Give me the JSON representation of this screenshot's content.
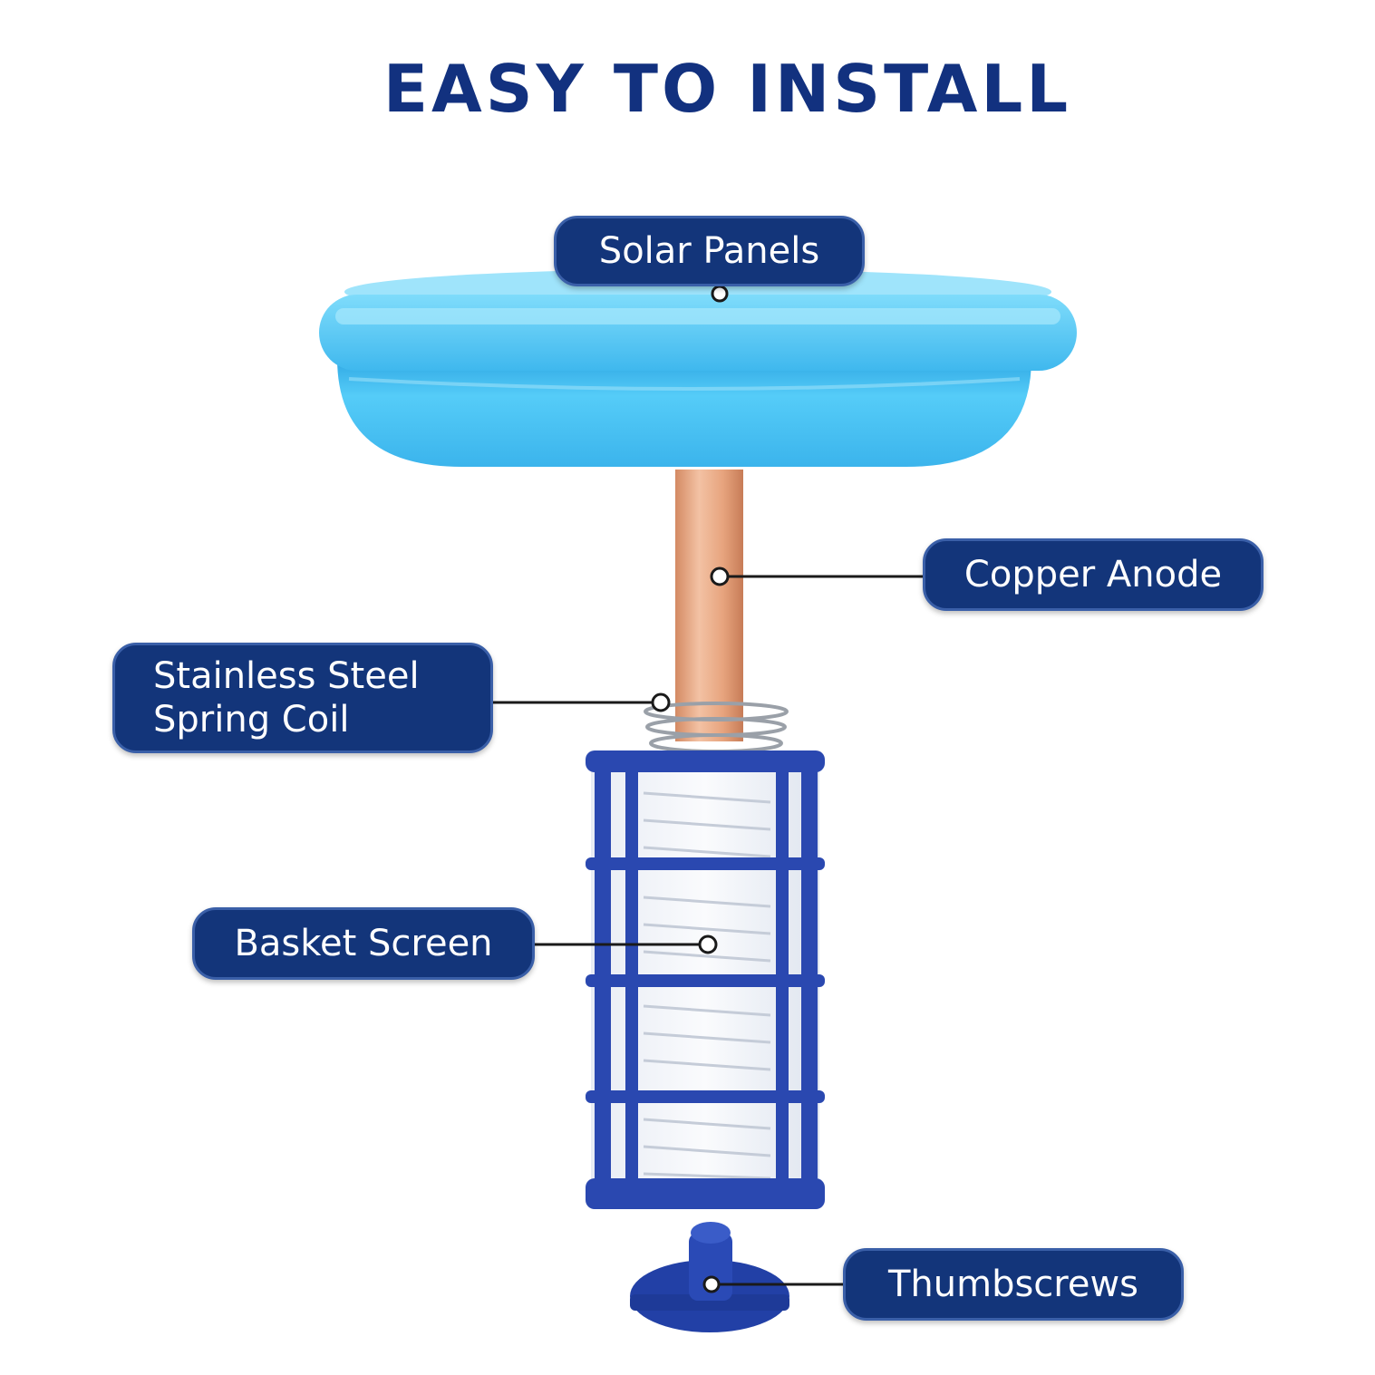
{
  "title": "EASY TO INSTALL",
  "labels": {
    "solar_panels": "Solar Panels",
    "copper_anode": "Copper Anode",
    "steel_spring_line1": "Stainless Steel",
    "steel_spring_line2": "Spring Coil",
    "basket_screen": "Basket Screen",
    "thumbscrews": "Thumbscrews"
  },
  "colors": {
    "title": "#12317f",
    "label_background": "#13357a",
    "float_blue": "#3ec0f2",
    "basket_blue": "#2a48b0",
    "copper": "#e3a07a"
  }
}
